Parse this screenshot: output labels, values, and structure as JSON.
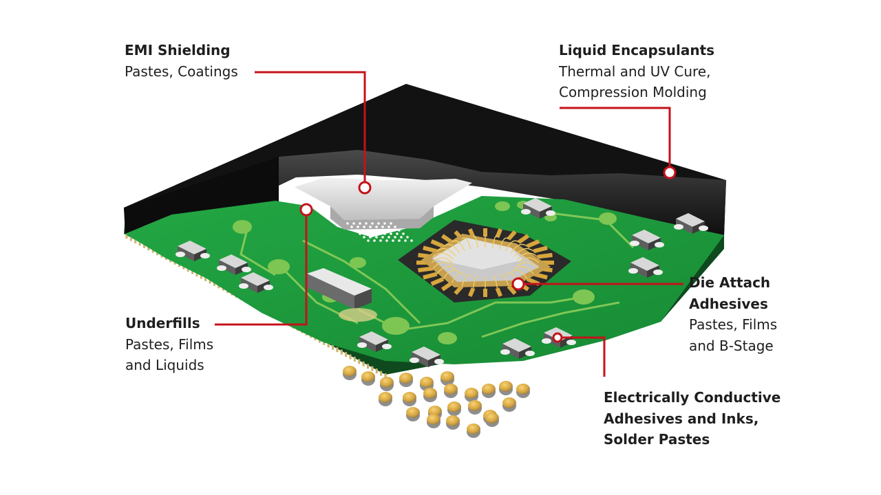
{
  "callouts": {
    "emi_shielding": {
      "title": [
        "EMI Shielding"
      ],
      "sub": [
        "Pastes, Coatings"
      ]
    },
    "liquid_encapsulants": {
      "title": [
        "Liquid Encapsulants"
      ],
      "sub": [
        "Thermal and UV Cure,",
        "Compression Molding"
      ]
    },
    "underfills": {
      "title": [
        "Underfills"
      ],
      "sub": [
        "Pastes, Films",
        "and Liquids"
      ]
    },
    "die_attach": {
      "title": [
        "Die Attach",
        "Adhesives"
      ],
      "sub": [
        "Pastes, Films",
        "and B-Stage"
      ]
    },
    "conductive_adhesives": {
      "title": [
        "Electrically Conductive",
        "Adhesives and Inks,",
        "Solder Pastes"
      ],
      "sub": []
    }
  },
  "colors": {
    "leader_line": "#c4121a",
    "mold_compound": "#151515",
    "pcb": "#1e9c3c",
    "gold": "#d4a53a",
    "shield": "#dcdcdc"
  }
}
